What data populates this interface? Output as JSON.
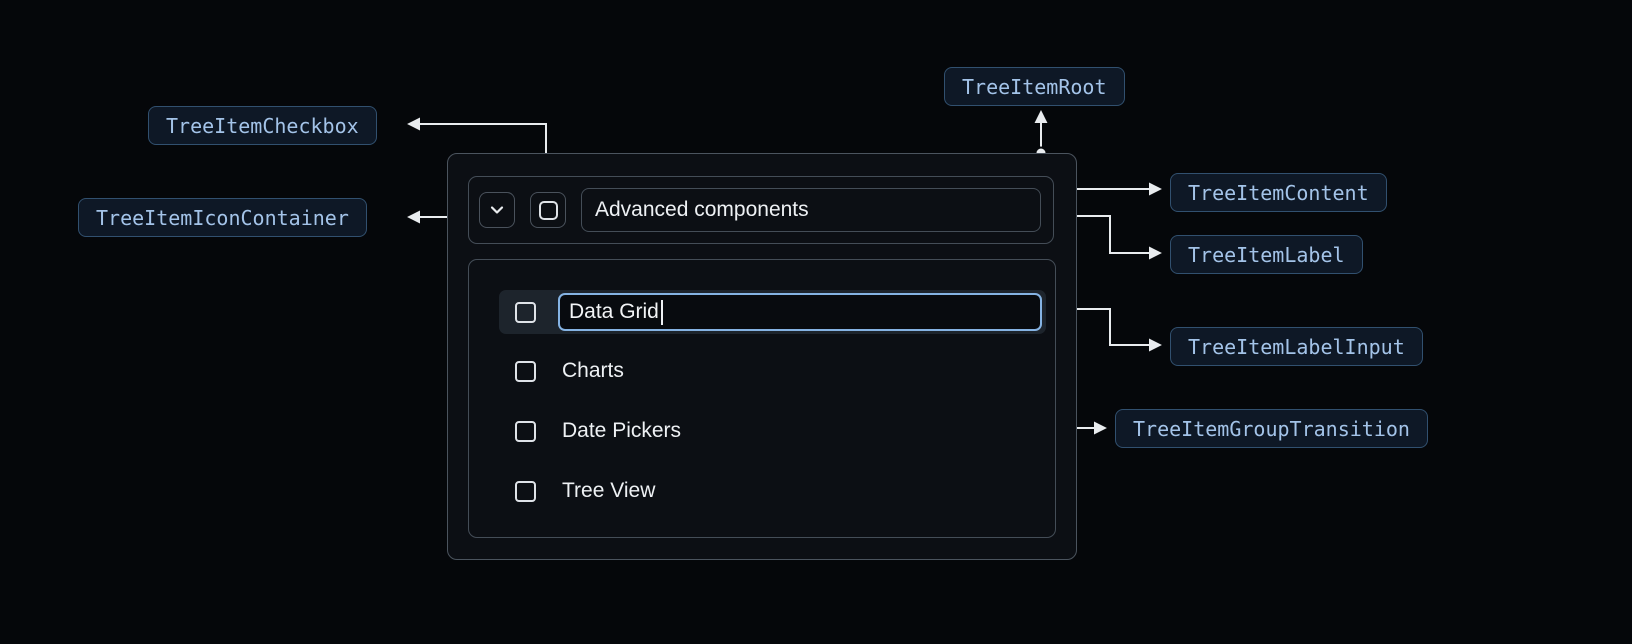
{
  "annotations": {
    "tree_item_root": "TreeItemRoot",
    "tree_item_checkbox": "TreeItemCheckbox",
    "tree_item_icon_container": "TreeItemIconContainer",
    "tree_item_content": "TreeItemContent",
    "tree_item_label": "TreeItemLabel",
    "tree_item_label_input": "TreeItemLabelInput",
    "tree_item_group_transition": "TreeItemGroupTransition"
  },
  "tree": {
    "parent_label": "Advanced components",
    "items": [
      {
        "label": "Data Grid",
        "state": "editing"
      },
      {
        "label": "Charts"
      },
      {
        "label": "Date Pickers"
      },
      {
        "label": "Tree View"
      }
    ]
  },
  "colors": {
    "background": "#05070a",
    "surface": "#0c0f14",
    "box_border": "#49525c",
    "text": "#eef1f4",
    "annotation_text": "#a3c3e8",
    "annotation_border": "#31506f",
    "annotation_bg": "#0e1826",
    "connector": "#e9ecef",
    "input_focus_border": "#85b3e3",
    "row_highlight": "#1d242c"
  }
}
